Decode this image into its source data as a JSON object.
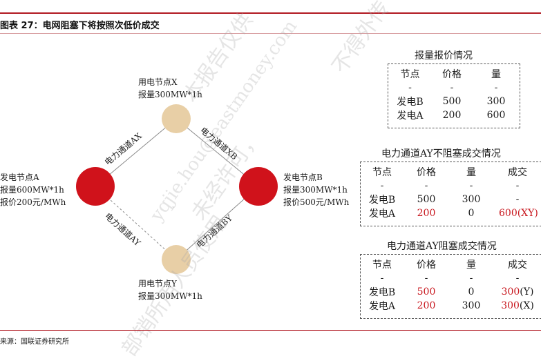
{
  "figure": {
    "title": "图表 27：电网阻塞下将按照次低价成交",
    "source": "来源：国联证券研究所"
  },
  "nodes": {
    "A": {
      "lines": [
        "发电节点A",
        "报量600MW*1h",
        "报价200元/MWh"
      ],
      "color": "#d0121b"
    },
    "B": {
      "lines": [
        "发电节点B",
        "报量300MW*1h",
        "报价500元/MWh"
      ],
      "color": "#d0121b"
    },
    "X": {
      "lines": [
        "用电节点X",
        "报量300MW*1h"
      ],
      "color": "#e8cfa6"
    },
    "Y": {
      "lines": [
        "用电节点Y",
        "报量300MW*1h"
      ],
      "color": "#e8cfa6"
    }
  },
  "channels": {
    "AX": "电力通道AX",
    "XB": "电力通道XB",
    "AY": "电力通道AY",
    "BY": "电力通道BY"
  },
  "tables": {
    "quote": {
      "title": "报量报价情况",
      "headers": [
        "节点",
        "价格",
        "量"
      ],
      "rows": [
        [
          "-",
          "-",
          "-"
        ],
        [
          "发电B",
          "500",
          "300"
        ],
        [
          "发电A",
          "200",
          "600"
        ]
      ]
    },
    "no_congestion": {
      "title": "电力通道AY不阻塞成交情况",
      "headers": [
        "节点",
        "价格",
        "量",
        "成交"
      ],
      "rows": [
        [
          "-",
          "-",
          "-",
          "-"
        ],
        [
          "发电B",
          "500",
          "300",
          "-"
        ],
        [
          "发电A",
          "200",
          "0",
          "600(XY)"
        ]
      ]
    },
    "congestion": {
      "title": "电力通道AY阻塞成交情况",
      "headers": [
        "节点",
        "价格",
        "量",
        "成交"
      ],
      "rows": [
        [
          "-",
          "-",
          "-",
          "-"
        ],
        [
          "发电B",
          "500",
          "0",
          "300",
          "(Y)"
        ],
        [
          "发电A",
          "200",
          "300",
          "300",
          "(X)"
        ]
      ]
    }
  },
  "watermarks": [
    "本报告仅供",
    "yqjie.hou@eastmoney.com",
    "不得外传",
    "未经许可，",
    "部销所用人员使用"
  ],
  "colors": {
    "accent_red": "#c8161d",
    "rule_red": "#b11820"
  }
}
